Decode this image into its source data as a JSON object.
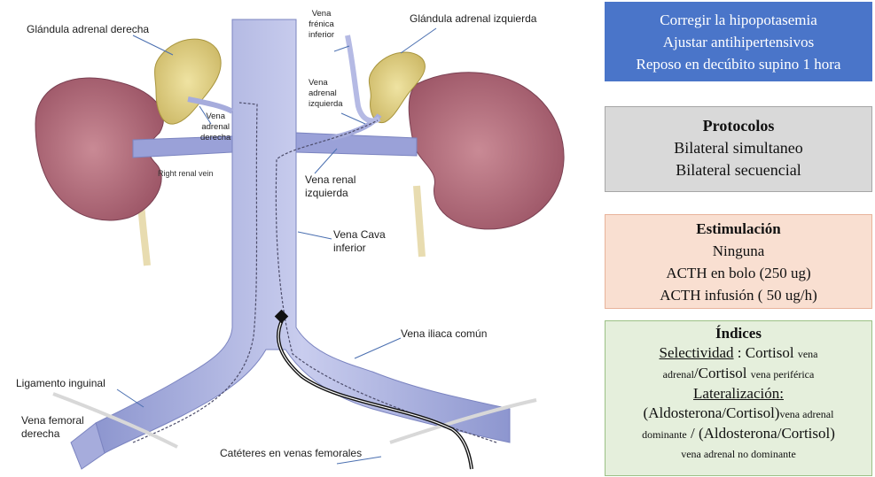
{
  "diagram": {
    "labels": {
      "right_adrenal_gland": "Glándula adrenal derecha",
      "left_adrenal_gland": "Glándula adrenal izquierda",
      "inferior_phrenic_vein": [
        "Vena",
        "frénica",
        "inferior"
      ],
      "left_adrenal_vein": [
        "Vena",
        "adrenal",
        "izquierda"
      ],
      "right_adrenal_vein": [
        "Vena",
        "adrenal",
        "derecha"
      ],
      "right_renal_vein": "Right renal vein",
      "left_renal_vein": [
        "Vena renal",
        "izquierda"
      ],
      "inferior_vena_cava": [
        "Vena Cava",
        "inferior"
      ],
      "common_iliac_vein": "Vena iliaca común",
      "inguinal_ligament": "Ligamento inguinal",
      "right_femoral_vein": [
        "Vena femoral",
        "derecha"
      ],
      "catheters": "Catéteres en venas femorales"
    }
  },
  "panels": {
    "preparation": {
      "lines": [
        "Corregir la hipopotasemia",
        "Ajustar antihipertensivos",
        "Reposo en decúbito supino 1 hora"
      ],
      "color": "#4a75c9"
    },
    "protocols": {
      "title": "Protocolos",
      "lines": [
        "Bilateral simultaneo",
        "Bilateral secuencial"
      ],
      "color": "#d9d9d9"
    },
    "stimulation": {
      "title": "Estimulación",
      "lines": [
        "Ninguna",
        "ACTH en bolo (250 ug)",
        "ACTH infusión ( 50 ug/h)"
      ],
      "color": "#f9dfd1"
    },
    "indices": {
      "title": "Índices",
      "selectivity_label": "Selectividad",
      "selectivity_sep": " : Cortisol ",
      "selectivity_sub1": "vena",
      "selectivity_mid": "adrenal",
      "selectivity_cortisol2": "/Cortisol ",
      "selectivity_sub2": "vena periférica",
      "lateralization_label": "Lateralización:",
      "lat_part1": "(Aldosterona/Cortisol)",
      "lat_sub1": "vena adrenal",
      "lat_sub1b": "dominante",
      "lat_part2": " / (Aldosterona/Cortisol)",
      "lat_sub2": "vena adrenal no dominante",
      "color": "#e5efdc"
    }
  }
}
